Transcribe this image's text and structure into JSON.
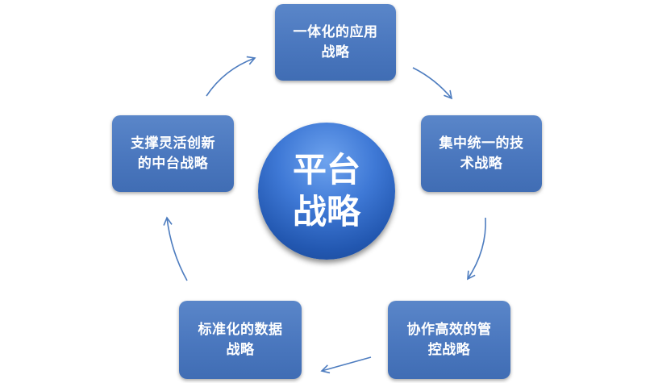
{
  "center": {
    "line1": "平台",
    "line2": "战略"
  },
  "nodes": {
    "top": {
      "line1": "一体化的应用",
      "line2": "战略"
    },
    "right": {
      "line1": "集中统一的技",
      "line2": "术战略"
    },
    "bottom_right": {
      "line1": "协作高效的管",
      "line2": "控战略"
    },
    "bottom_left": {
      "line1": "标准化的数据",
      "line2": "战略"
    },
    "left": {
      "line1": "支撑灵活创新",
      "line2": "的中台战略"
    }
  },
  "colors": {
    "node_fill": "#4a77be",
    "center_fill": "#2f66c2",
    "arrow": "#4d7cbf",
    "text": "#ffffff"
  }
}
